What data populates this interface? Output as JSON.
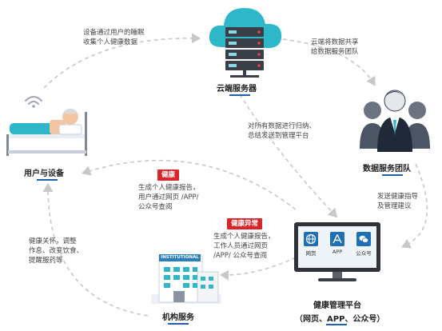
{
  "nodes": {
    "cloud_server": {
      "title": "云端服务器"
    },
    "user_device": {
      "title": "用户与设备"
    },
    "data_team": {
      "title": "数据服务团队"
    },
    "institution": {
      "title": "机构服务",
      "building_sign": "INSTITUTIONAL"
    },
    "platform": {
      "title": "健康管理平台",
      "subtitle": "（网页、APP、公众号）",
      "apps": [
        {
          "label": "网页",
          "icon": "globe-icon"
        },
        {
          "label": "APP",
          "icon": "appstore-icon"
        },
        {
          "label": "公众号",
          "icon": "wechat-icon"
        }
      ]
    }
  },
  "edges": {
    "user_to_cloud": [
      "设备通过用户的睡眠",
      "收集个人健康数据"
    ],
    "cloud_to_team": [
      "云端将数据共享",
      "给数据服务团队"
    ],
    "cloud_to_platform": [
      "对所有数据进行归纳、",
      "总结发送到管理平台"
    ],
    "team_to_platform": [
      "发送健康指导",
      "及管理建议"
    ],
    "platform_to_user": {
      "badge": "健康",
      "lines": [
        "生成个人健康报告，",
        "用户通过网页 /APP/",
        "公众号查阅"
      ]
    },
    "platform_to_institution": {
      "badge": "健康异常",
      "lines": [
        "生成个人健康报告，",
        "工作人员通过网页",
        "/APP/ 公众号查阅"
      ]
    },
    "institution_to_user": [
      "健康关怀，调整",
      "作息、改变饮食、",
      "提醒服药等"
    ]
  },
  "colors": {
    "accent_blue": "#1f5fae",
    "teal": "#2eb6c9",
    "alert_red": "#d9242a",
    "arrow_gray": "#c8c8c8"
  }
}
